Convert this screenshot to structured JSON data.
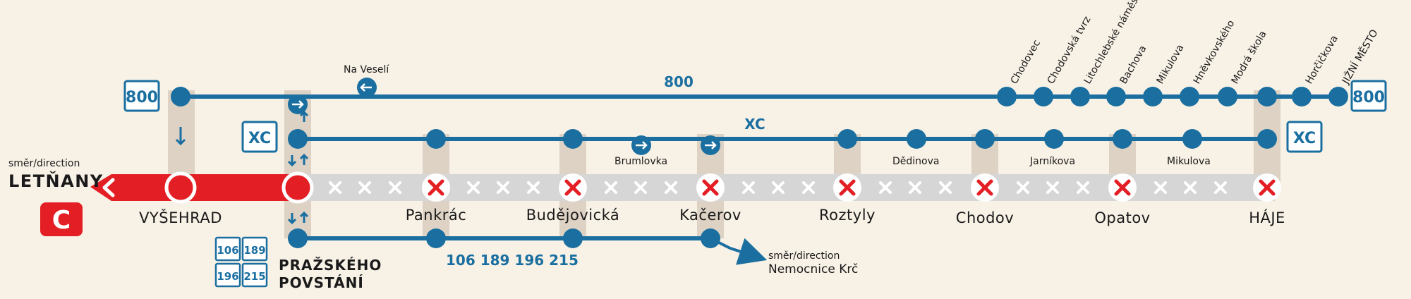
{
  "colors": {
    "background": "#f8f1e6",
    "line_c": "#e31e24",
    "bus": "#1a6fa0",
    "closed_track": "#d6d6d6",
    "connector": "#ddd2c4"
  },
  "direction_west": {
    "prefix": "směr/direction",
    "name": "LETŇANY",
    "line": "C"
  },
  "metro_stations": {
    "vysehrad": "VYŠEHRAD",
    "pankrac": "Pankrác",
    "budejovicka": "Budějovická",
    "kacerov": "Kačerov",
    "roztyly": "Roztyly",
    "chodov": "Chodov",
    "opatov": "Opatov",
    "haje": "HÁJE",
    "prazskeho_line1": "PRAŽSKÉHO",
    "prazskeho_line2": "POVSTÁNÍ"
  },
  "bus_800": {
    "label": "800",
    "stop_na_veseli": "Na Veselí",
    "stops": [
      "Chodovec",
      "Chodovská tvrz",
      "Litochlebské náměstí",
      "Bachova",
      "Mikulova",
      "Hněvkovského",
      "Modrá škola",
      "Horčičkova",
      "JIŽNÍ MĚSTO"
    ]
  },
  "bus_xc": {
    "label": "XC",
    "stop_brumlovka": "Brumlovka",
    "stop_dedinova": "Dědinova",
    "stop_jarnikova": "Jarníkova",
    "stop_mikulova": "Mikulova"
  },
  "bus_lower": {
    "numbers": [
      "106",
      "189",
      "196",
      "215"
    ],
    "line_text": "106  189  196  215",
    "direction_prefix": "směr/direction",
    "direction_name": "Nemocnice Krč"
  }
}
